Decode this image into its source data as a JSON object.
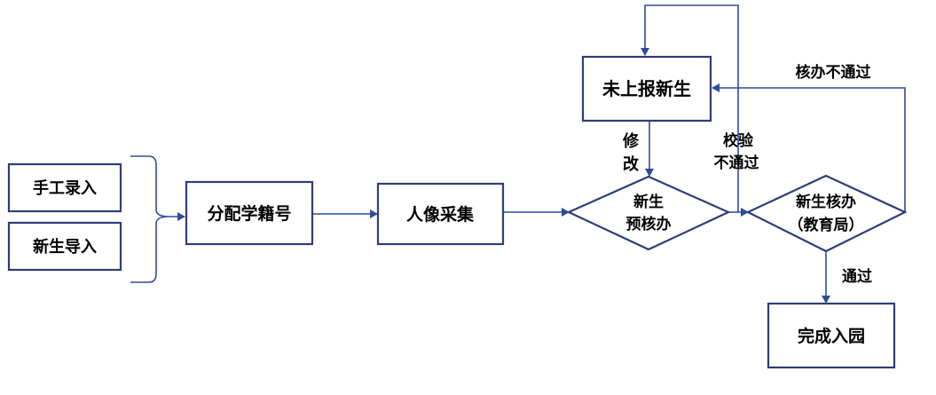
{
  "diagram": {
    "colors": {
      "box_border": "#2f3d7a",
      "connector": "#2f4b9a",
      "text": "#000000"
    },
    "nodes": {
      "manual_entry": "手工录入",
      "import_new": "新生导入",
      "assign_id": "分配学籍号",
      "photo_collect": "人像采集",
      "unreported": "未上报新生",
      "pre_check_line1": "新生",
      "pre_check_line2": "预核办",
      "bureau_check_line1": "新生核办",
      "bureau_check_line2": "（教育局）",
      "complete": "完成入园"
    },
    "edge_labels": {
      "modify_line1": "修",
      "modify_line2": "改",
      "verify_fail_line1": "校验",
      "verify_fail_line2": "不通过",
      "check_fail": "核办不通过",
      "pass": "通过"
    }
  }
}
